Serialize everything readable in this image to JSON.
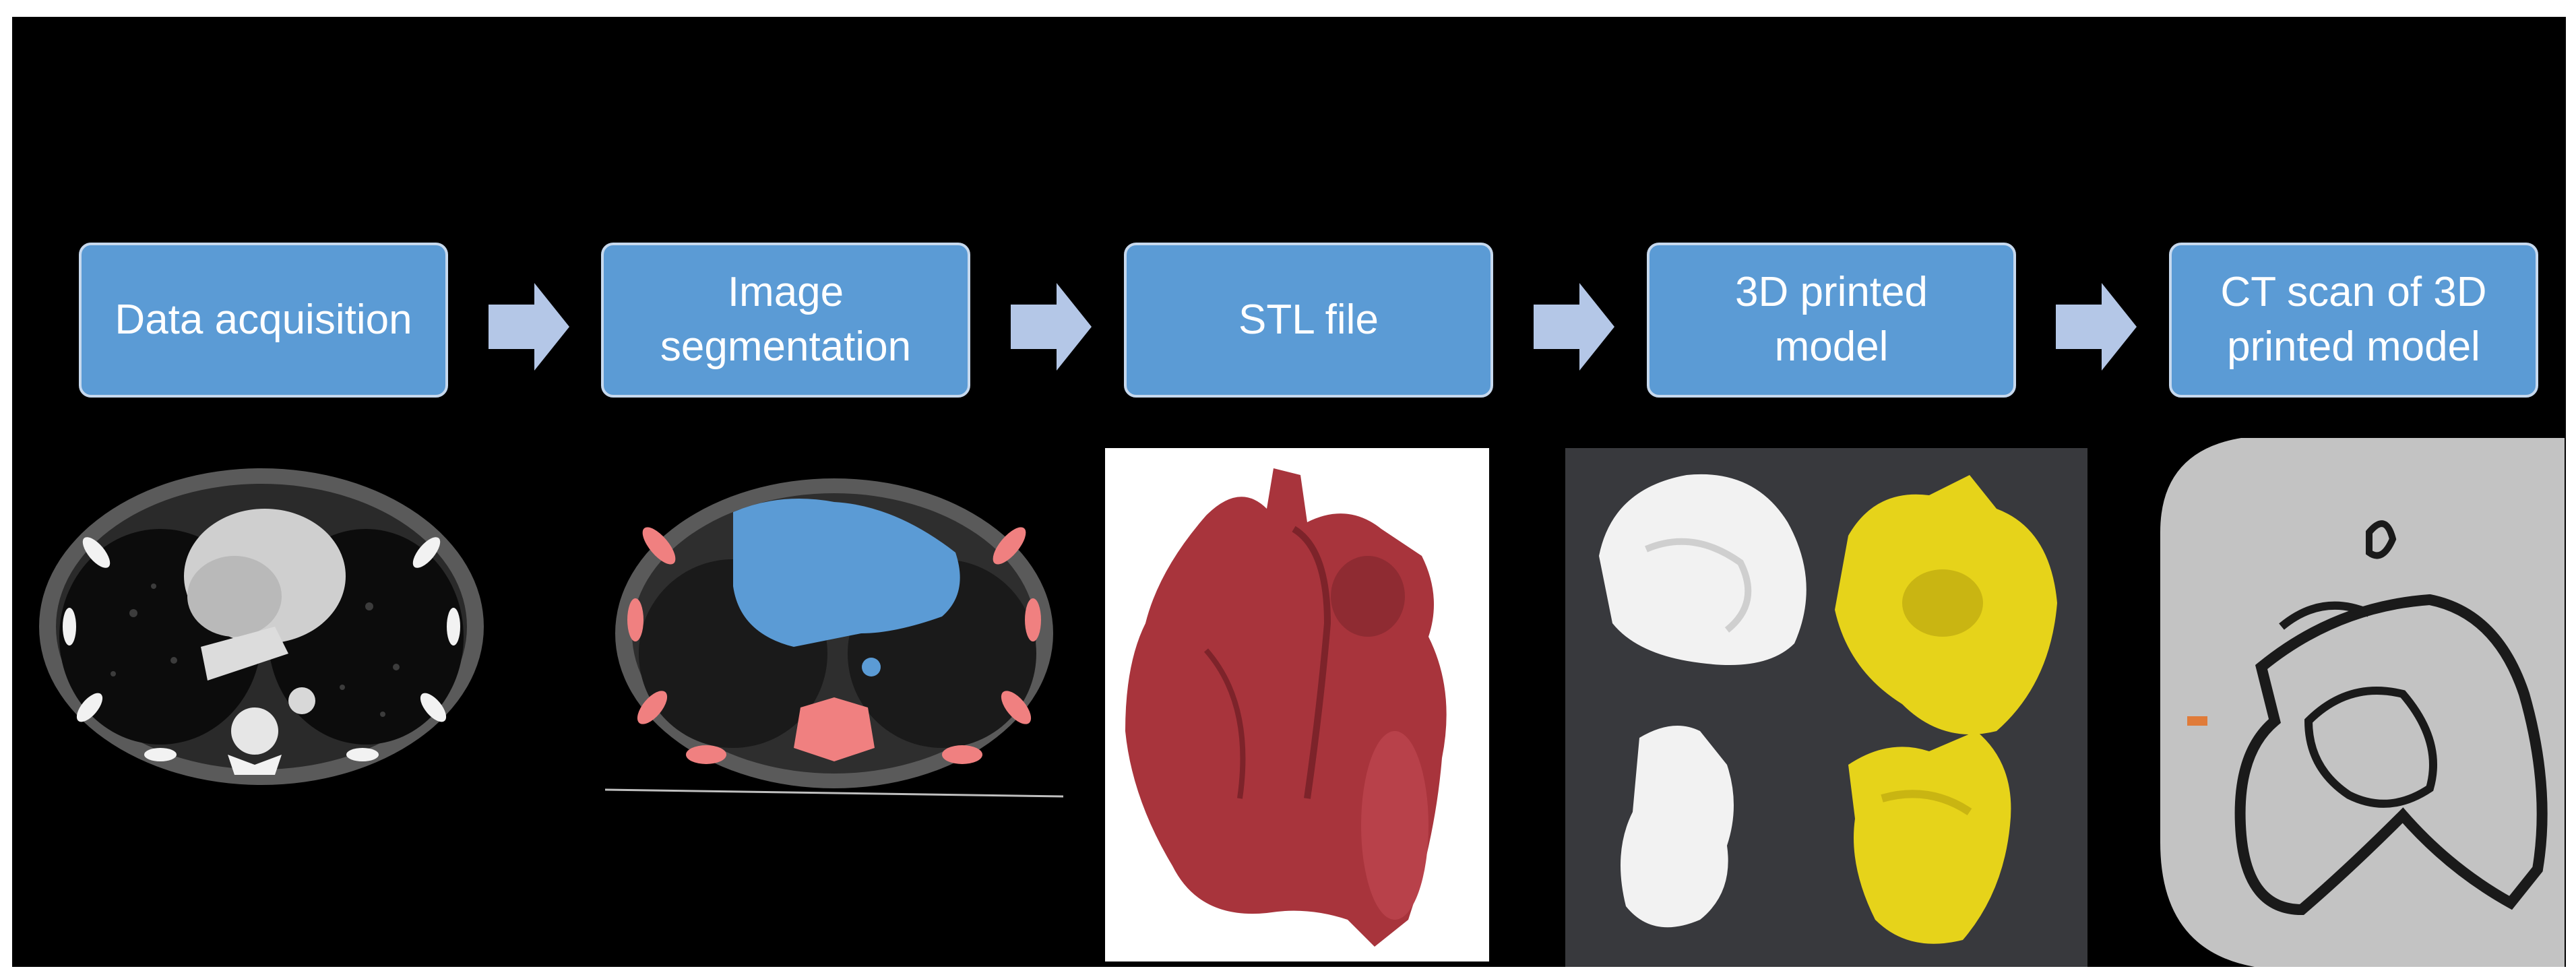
{
  "workflow": {
    "steps": [
      {
        "label": "Data acquisition"
      },
      {
        "label": "Image\nsegmentation"
      },
      {
        "label": "STL file"
      },
      {
        "label": "3D printed\nmodel"
      },
      {
        "label": "CT scan of 3D\nprinted model"
      }
    ],
    "colors": {
      "step_fill": "#5b9bd5",
      "step_border": "#c7d9ee",
      "arrow_fill": "#b4c7e7",
      "background": "#000000",
      "segmentation_blue": "#5b9bd5",
      "segmentation_pink": "#f08080",
      "heart_model": "#a8343c",
      "print_white": "#f2f2f2",
      "print_yellow": "#e6d31a"
    },
    "panels": [
      {
        "image": "axial-ct-chest-image"
      },
      {
        "image": "segmented-ct-image"
      },
      {
        "image": "stl-heart-render"
      },
      {
        "image": "3d-printed-heart-photo"
      },
      {
        "image": "ct-scan-of-printed-model-image"
      }
    ]
  }
}
